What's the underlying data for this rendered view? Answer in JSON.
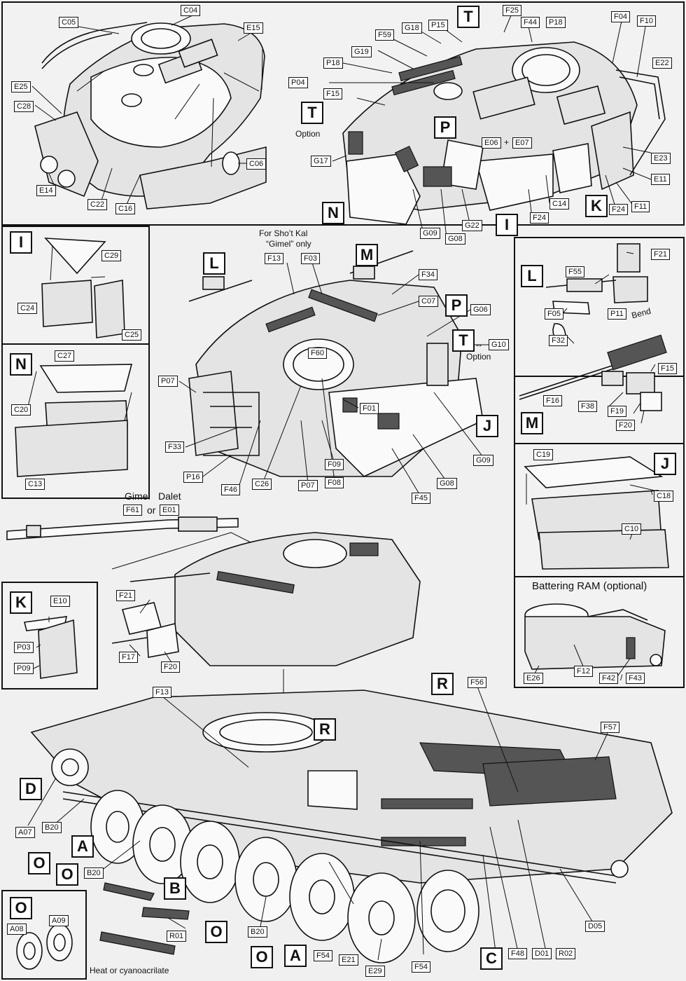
{
  "labels": {
    "C04": "C04",
    "C05": "C05",
    "E15": "E15",
    "E25": "E25",
    "C28": "C28",
    "E14": "E14",
    "C22": "C22",
    "C16": "C16",
    "C06": "C06",
    "T": "T",
    "F25": "F25",
    "F44": "F44",
    "P18": "P18",
    "F04": "F04",
    "F10": "F10",
    "P15": "P15",
    "G18": "G18",
    "F59": "F59",
    "G19": "G19",
    "E22": "E22",
    "P04": "P04",
    "F15": "F15",
    "P": "P",
    "E06": "E06",
    "E07": "E07",
    "E23": "E23",
    "G17": "G17",
    "E11": "E11",
    "N": "N",
    "G09": "G09",
    "G08": "G08",
    "G22": "G22",
    "I": "I",
    "F24": "F24",
    "C14": "C14",
    "K": "K",
    "F11": "F11",
    "C29": "C29",
    "C24": "C24",
    "C25": "C25",
    "C27": "C27",
    "C20": "C20",
    "C13": "C13",
    "L": "L",
    "M": "M",
    "F13": "F13",
    "F03": "F03",
    "F34": "F34",
    "C07": "C07",
    "G06": "G06",
    "G10": "G10",
    "P07": "P07",
    "F60": "F60",
    "F01": "F01",
    "J": "J",
    "F33": "F33",
    "F46": "F46",
    "P16": "P16",
    "C26": "C26",
    "F09": "F09",
    "F08": "F08",
    "F45": "F45",
    "F21": "F21",
    "F55": "F55",
    "F05": "F05",
    "P11": "P11",
    "F32": "F32",
    "F16": "F16",
    "F38": "F38",
    "F19": "F19",
    "F20": "F20",
    "C19": "C19",
    "C18": "C18",
    "C10": "C10",
    "F61": "F61",
    "E01": "E01",
    "F17": "F17",
    "E10": "E10",
    "P03": "P03",
    "P09": "P09",
    "E26": "E26",
    "F12": "F12",
    "F42": "F42",
    "F43": "F43",
    "R": "R",
    "F56": "F56",
    "F57": "F57",
    "D": "D",
    "A07": "A07",
    "B20": "B20",
    "O": "O",
    "A": "A",
    "B": "B",
    "R01": "R01",
    "A08": "A08",
    "A09": "A09",
    "F54": "F54",
    "E21": "E21",
    "E29": "E29",
    "C": "C",
    "F48": "F48",
    "D01": "D01",
    "R02": "R02",
    "D05": "D05"
  },
  "notes": {
    "option": "Option",
    "shot_kal_line1": "For Sho’t Kal",
    "shot_kal_line2": "“Gimel” only",
    "bend": "Bend",
    "gimel": "Gimel",
    "dalet": "Dalet",
    "or": "or",
    "slash": "/",
    "plus": "+",
    "battering_ram": "Battering RAM (optional)",
    "glue": "Heat or cyanoacrilate"
  }
}
